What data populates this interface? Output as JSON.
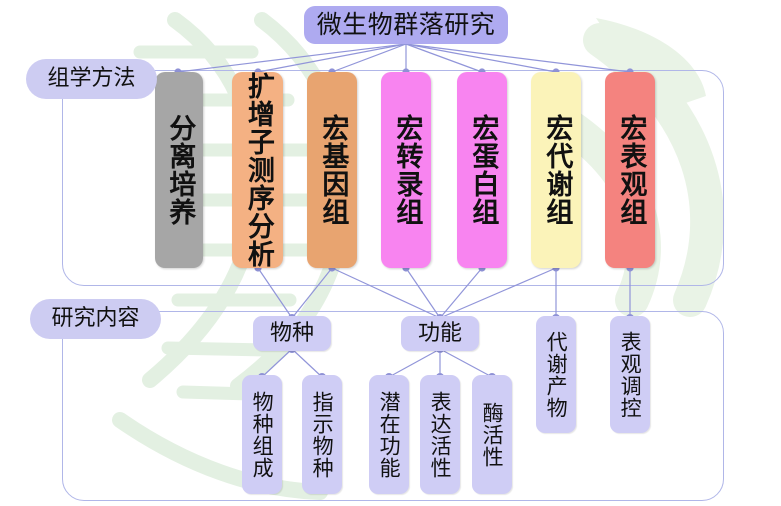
{
  "figure": {
    "title": "微生物群落研究",
    "background_color": "#ffffff",
    "watermark": "dna-helix-watermark",
    "link_color": "#8f92d6"
  },
  "sections": [
    {
      "id": "omics",
      "label": "组学方法"
    },
    {
      "id": "content",
      "label": "研究内容"
    }
  ],
  "methods": [
    {
      "label": "分离培养",
      "color": "#a6a6a6"
    },
    {
      "label": "扩增子测序分析",
      "color": "#f4b183"
    },
    {
      "label": "宏基因组",
      "color": "#e8a470"
    },
    {
      "label": "宏转录组",
      "color": "#f884f0"
    },
    {
      "label": "宏蛋白组",
      "color": "#f884f0"
    },
    {
      "label": "宏代谢组",
      "color": "#fbf3b9"
    },
    {
      "label": "宏表观组",
      "color": "#f4837f"
    }
  ],
  "topics": [
    {
      "label": "物种"
    },
    {
      "label": "功能"
    },
    {
      "label": "代谢产物"
    },
    {
      "label": "表观调控"
    }
  ],
  "details": [
    {
      "label": "物种组成",
      "parent": "物种"
    },
    {
      "label": "指示物种",
      "parent": "物种"
    },
    {
      "label": "潜在功能",
      "parent": "功能"
    },
    {
      "label": "表达活性",
      "parent": "功能"
    },
    {
      "label": "酶活性",
      "parent": "功能"
    }
  ]
}
